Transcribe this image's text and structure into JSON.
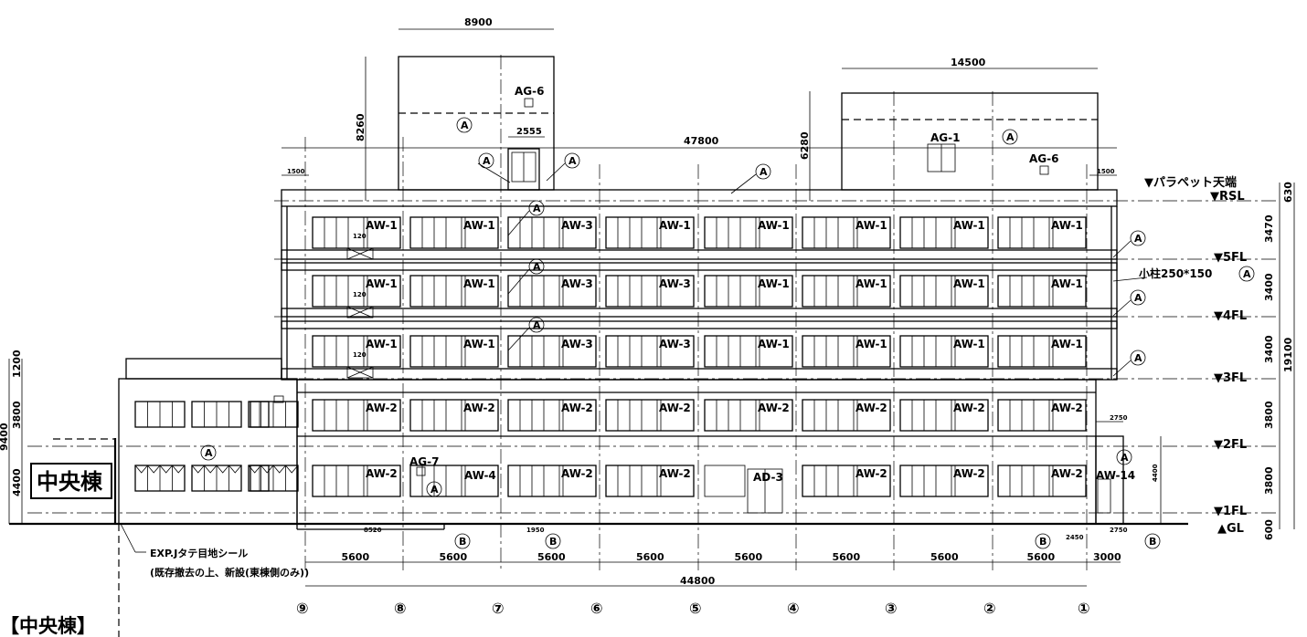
{
  "levels": {
    "parapet": "▼パラペット天端",
    "rsl": "▼RSL",
    "fl5": "▼5FL",
    "fl4": "▼4FL",
    "fl3": "▼3FL",
    "fl2": "▼2FL",
    "fl1": "▼1FL",
    "gl": "▲GL"
  },
  "axes": [
    "⑨",
    "⑧",
    "⑦",
    "⑥",
    "⑤",
    "④",
    "③",
    "②",
    "①"
  ],
  "dims_top": {
    "penthouse_left": "8900",
    "penthouse_right": "14500",
    "roof_total": "47800",
    "door_small": "2555",
    "edge_left": "1500",
    "edge_right": "1500"
  },
  "dims_vertical": {
    "left_h": "8260",
    "right_h": "6280",
    "d630": "630",
    "d3470": "3470",
    "d3400a": "3400",
    "d3400b": "3400",
    "d3800a": "3800",
    "d3800b": "3800",
    "d600": "600",
    "total": "19100",
    "left_1200": "1200",
    "left_3800": "3800",
    "left_4400": "4400",
    "left_9400": "9400",
    "entry_4400": "4400"
  },
  "dims_bottom": {
    "spans": [
      "5600",
      "5600",
      "5600",
      "5600",
      "5600",
      "5600",
      "5600",
      "5600"
    ],
    "end_span": "3000",
    "total": "44800",
    "d8520": "8520",
    "d1950": "1950",
    "d2450": "2450",
    "d2750": "2750",
    "d2750_top": "2750"
  },
  "tags": {
    "aw1": "AW-1",
    "aw2": "AW-2",
    "aw3": "AW-3",
    "aw4": "AW-4",
    "aw14": "AW-14",
    "ad3": "AD-3",
    "ag1": "AG-1",
    "ag6": "AG-6",
    "ag7": "AG-7",
    "circle_a": "A",
    "circle_b": "B",
    "column_note": "小柱250*150",
    "d120": "120"
  },
  "annotations": {
    "expj_line1": "EXP.Jタテ目地シール",
    "expj_line2": "(既存撤去の上、新設(東棟側のみ))",
    "building_label": "中央棟",
    "title": "【中央棟】"
  },
  "colors": {
    "line": "#000000",
    "background": "#ffffff"
  }
}
